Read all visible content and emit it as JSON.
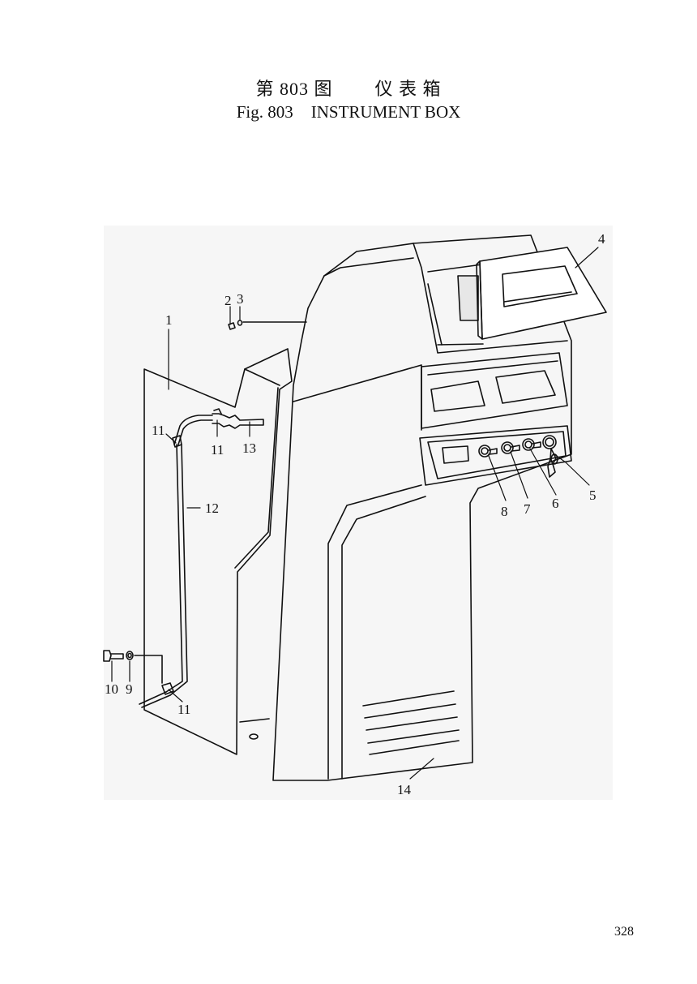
{
  "title": {
    "cn_fig": "第 803 图",
    "cn_name": "仪 表 箱",
    "en_fig": "Fig. 803",
    "en_name": "INSTRUMENT BOX"
  },
  "callouts": [
    "1",
    "2",
    "3",
    "4",
    "5",
    "6",
    "7",
    "8",
    "9",
    "10",
    "11",
    "11",
    "11",
    "12",
    "13",
    "14"
  ],
  "page_number": "328"
}
